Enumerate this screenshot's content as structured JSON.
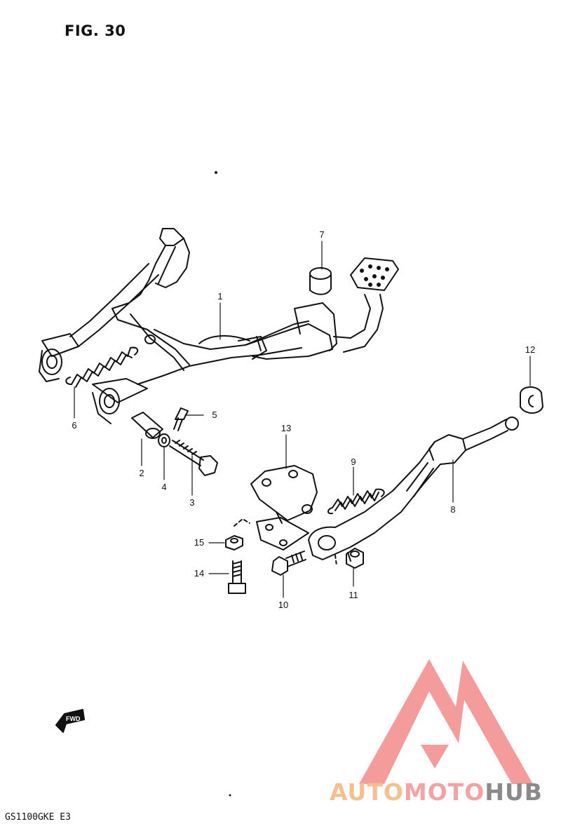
{
  "figure": {
    "title": "FIG. 30",
    "model_code": "GS1100GKE E3"
  },
  "callouts": [
    {
      "id": "1",
      "label": "1"
    },
    {
      "id": "2",
      "label": "2"
    },
    {
      "id": "3",
      "label": "3"
    },
    {
      "id": "4",
      "label": "4"
    },
    {
      "id": "5",
      "label": "5"
    },
    {
      "id": "6",
      "label": "6"
    },
    {
      "id": "7",
      "label": "7"
    },
    {
      "id": "8",
      "label": "8"
    },
    {
      "id": "9",
      "label": "9"
    },
    {
      "id": "10",
      "label": "10"
    },
    {
      "id": "11",
      "label": "11"
    },
    {
      "id": "12",
      "label": "12"
    },
    {
      "id": "13",
      "label": "13"
    },
    {
      "id": "14",
      "label": "14"
    },
    {
      "id": "15",
      "label": "15"
    }
  ],
  "watermark": {
    "part1": "AUTO",
    "part2": "MOTO",
    "part3": "HUB",
    "colors": {
      "part1": "#f4c090",
      "part2": "#f3a3a3",
      "part3": "#8a8a8a",
      "logo": "#f28b8b"
    }
  },
  "fwd_arrow_label": "FWD"
}
